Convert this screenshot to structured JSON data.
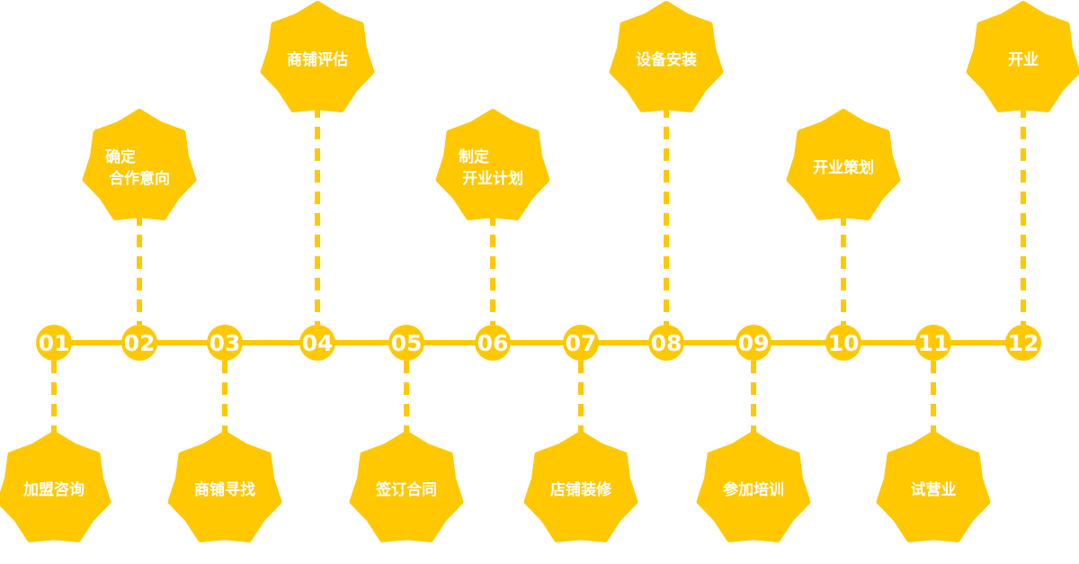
{
  "colors": {
    "accent": "#FFC800",
    "text": "#FFFFFF"
  },
  "steps": [
    {
      "number": "01",
      "side": "bottom",
      "label": [
        "加盟咨询"
      ]
    },
    {
      "number": "02",
      "side": "top",
      "label": [
        "确定",
        "合作意向"
      ]
    },
    {
      "number": "03",
      "side": "bottom",
      "label": [
        "商铺寻找"
      ]
    },
    {
      "number": "04",
      "side": "top",
      "label": [
        "商铺评估"
      ]
    },
    {
      "number": "05",
      "side": "bottom",
      "label": [
        "签订合同"
      ]
    },
    {
      "number": "06",
      "side": "top",
      "label": [
        "制定",
        "开业计划"
      ]
    },
    {
      "number": "07",
      "side": "bottom",
      "label": [
        "店铺装修"
      ]
    },
    {
      "number": "08",
      "side": "top",
      "label": [
        "设备安装"
      ]
    },
    {
      "number": "09",
      "side": "bottom",
      "label": [
        "参加培训"
      ]
    },
    {
      "number": "10",
      "side": "top",
      "label": [
        "开业策划"
      ]
    },
    {
      "number": "11",
      "side": "bottom",
      "label": [
        "试营业"
      ]
    },
    {
      "number": "12",
      "side": "top",
      "label": [
        "开业"
      ]
    }
  ]
}
